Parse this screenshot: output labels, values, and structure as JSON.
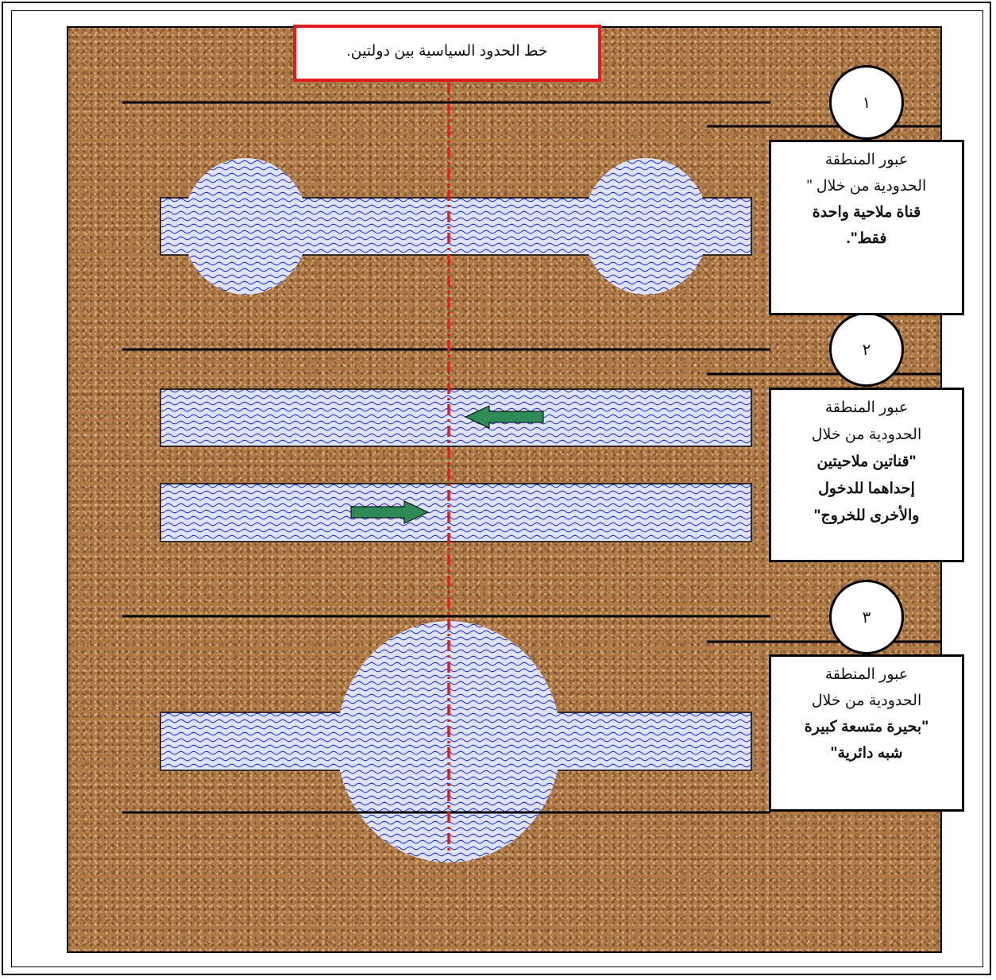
{
  "border_line_label": "خط الحدود السياسية بين دولتين.",
  "scenarios": [
    {
      "number": "١",
      "lead": "عبور المنطقة",
      "line2": "الحدودية من خلال \"",
      "bold": "قناة ملاحية واحدة",
      "bold2": "فقط\"."
    },
    {
      "number": "٢",
      "lead": "عبور المنطقة",
      "line2": "الحدودية من خلال",
      "bold": "\"قناتين ملاحيتين",
      "bold2": "إحداهما للدخول",
      "bold3": "والأخرى للخروج\""
    },
    {
      "number": "٣",
      "lead": "عبور المنطقة",
      "line2": "الحدودية من خلال",
      "bold": "\"بحيرة متسعة كبيرة",
      "bold2": "شبه دائرية\""
    }
  ],
  "colors": {
    "terrain": "#b07a47",
    "water": "#c8d0f5",
    "wave": "#2a3bd6",
    "border_line": "#e01c1c",
    "arrow": "#2e8b57"
  }
}
